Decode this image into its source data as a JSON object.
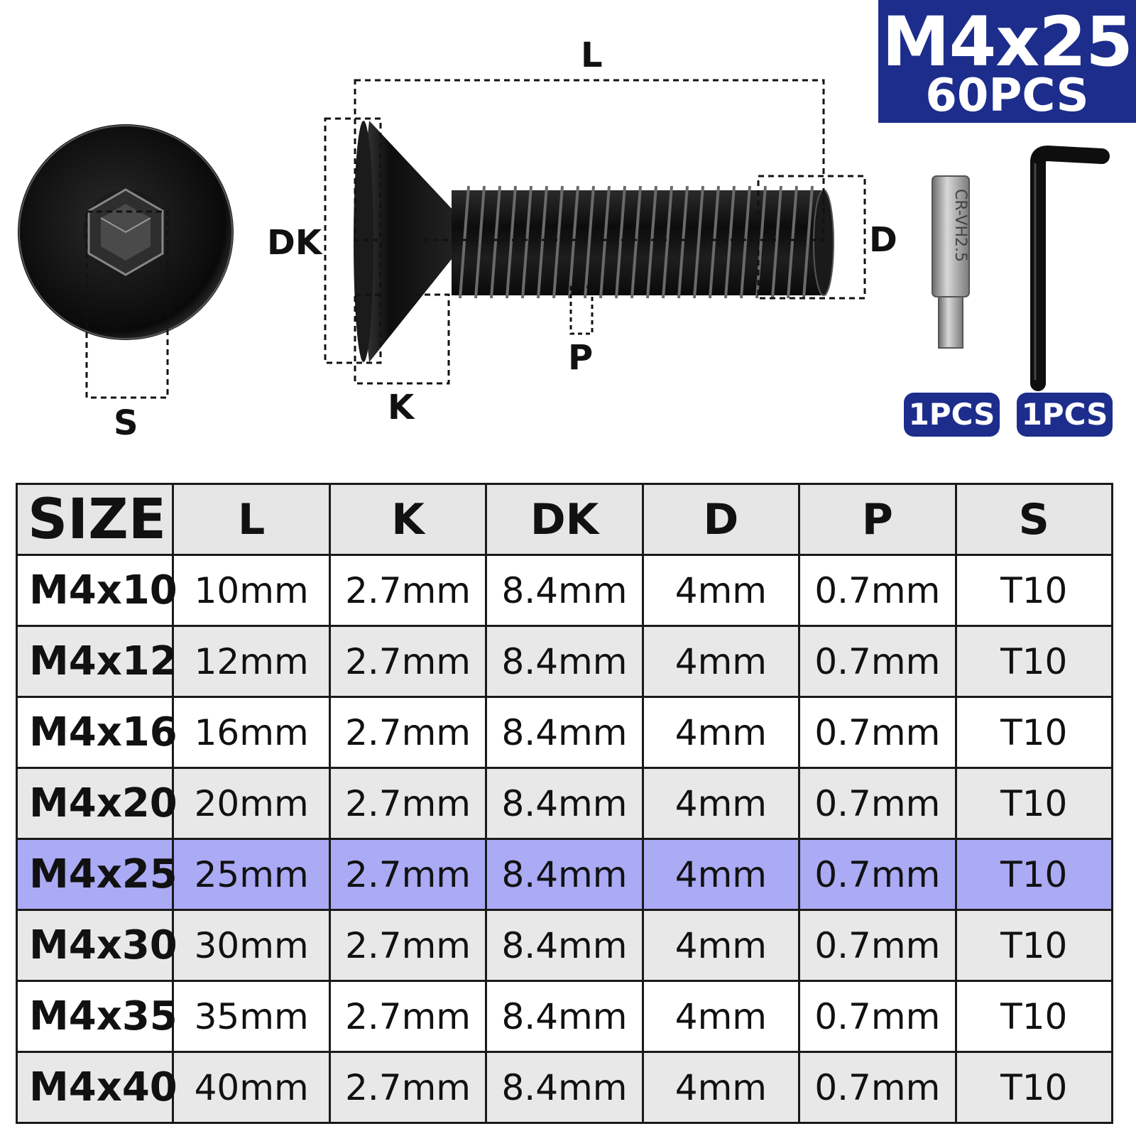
{
  "badge": {
    "model": "M4x25",
    "quantity": "60PCS"
  },
  "diagram": {
    "labels": {
      "L": "L",
      "K": "K",
      "DK": "DK",
      "D": "D",
      "P": "P",
      "S": "S"
    },
    "bit_engraving": "CR-VH2.5",
    "accessories": [
      {
        "name": "hex bit",
        "qty": "1PCS"
      },
      {
        "name": "allen key",
        "qty": "1PCS"
      }
    ]
  },
  "table": {
    "headers": [
      "SIZE",
      "L",
      "K",
      "DK",
      "D",
      "P",
      "S"
    ],
    "rows": [
      [
        "M4x10",
        "10mm",
        "2.7mm",
        "8.4mm",
        "4mm",
        "0.7mm",
        "T10"
      ],
      [
        "M4x12",
        "12mm",
        "2.7mm",
        "8.4mm",
        "4mm",
        "0.7mm",
        "T10"
      ],
      [
        "M4x16",
        "16mm",
        "2.7mm",
        "8.4mm",
        "4mm",
        "0.7mm",
        "T10"
      ],
      [
        "M4x20",
        "20mm",
        "2.7mm",
        "8.4mm",
        "4mm",
        "0.7mm",
        "T10"
      ],
      [
        "M4x25",
        "25mm",
        "2.7mm",
        "8.4mm",
        "4mm",
        "0.7mm",
        "T10"
      ],
      [
        "M4x30",
        "30mm",
        "2.7mm",
        "8.4mm",
        "4mm",
        "0.7mm",
        "T10"
      ],
      [
        "M4x35",
        "35mm",
        "2.7mm",
        "8.4mm",
        "4mm",
        "0.7mm",
        "T10"
      ],
      [
        "M4x40",
        "40mm",
        "2.7mm",
        "8.4mm",
        "4mm",
        "0.7mm",
        "T10"
      ]
    ],
    "highlighted_row": 4,
    "highlight_color": "#aaaaf5"
  },
  "colors": {
    "badge_bg": "#1d2d8c",
    "header_bg": "#e6e6e6",
    "stripe": "#e8e8e8"
  }
}
